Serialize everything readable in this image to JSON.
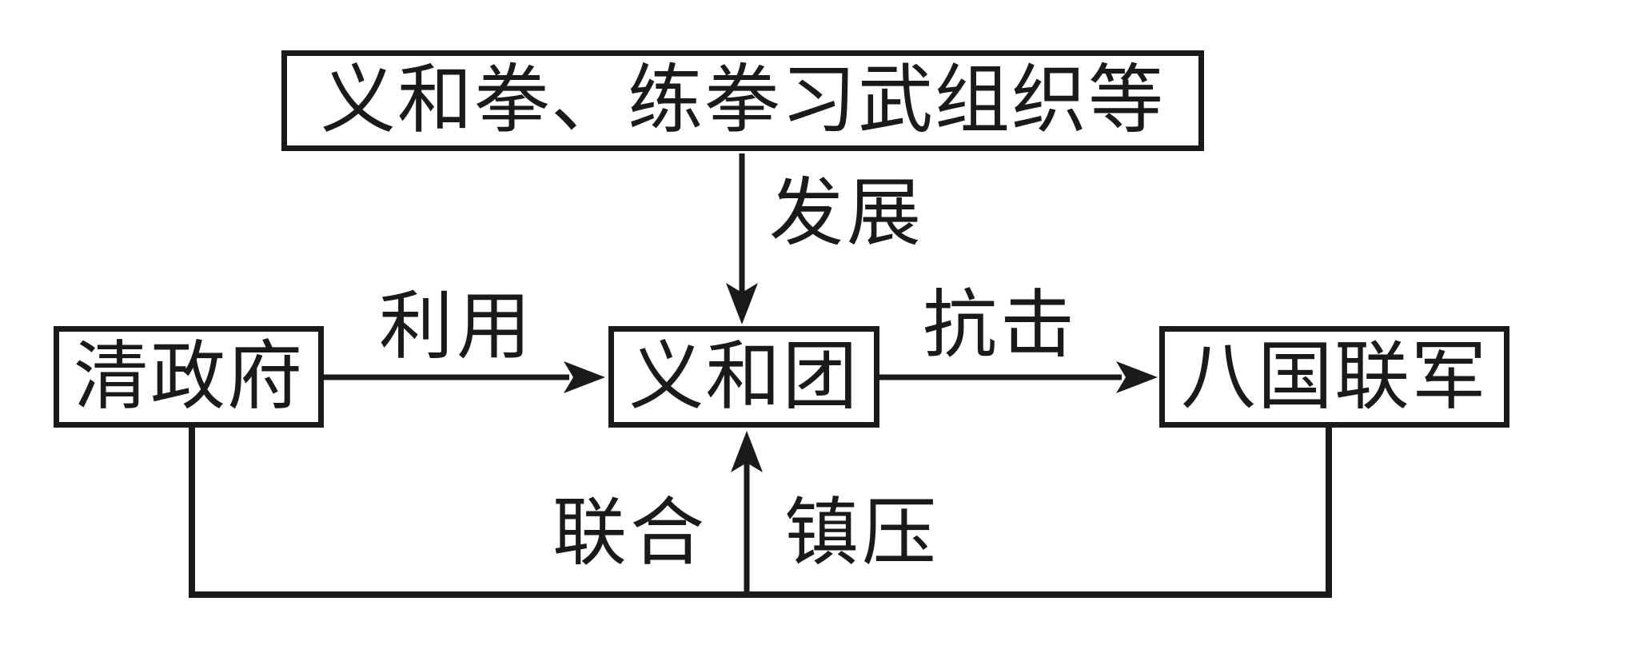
{
  "diagram": {
    "colors": {
      "ink": "#1a1a1a",
      "background": "#ffffff"
    },
    "nodes": {
      "origin": {
        "label": "义和拳、练拳习武组织等"
      },
      "qing": {
        "label": "清政府"
      },
      "boxers": {
        "label": "义和团"
      },
      "allies": {
        "label": "八国联军"
      }
    },
    "edges": {
      "develop": {
        "label": "发展",
        "from": "origin",
        "to": "boxers"
      },
      "use": {
        "label": "利用",
        "from": "qing",
        "to": "boxers"
      },
      "resist": {
        "label": "抗击",
        "from": "boxers",
        "to": "allies"
      },
      "unite": {
        "label": "联合",
        "from": "qing",
        "to": "allies"
      },
      "suppress": {
        "label": "镇压",
        "from": "qing-allies-joint",
        "to": "boxers"
      }
    }
  }
}
